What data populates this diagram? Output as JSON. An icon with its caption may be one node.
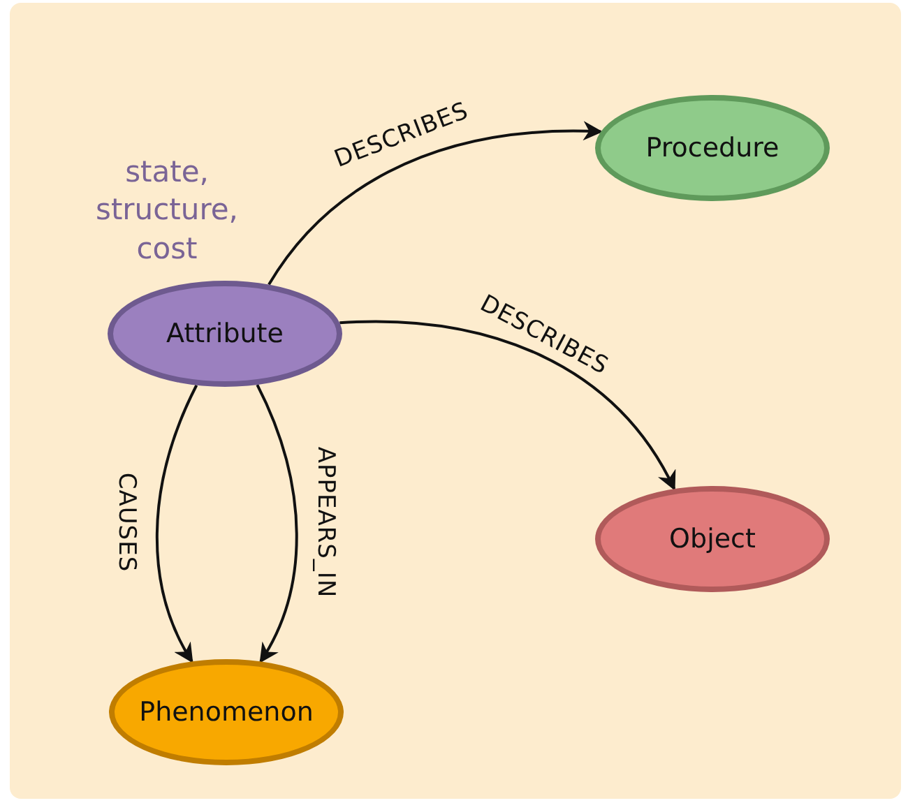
{
  "diagram": {
    "nodes": [
      {
        "text": [
          "Attribute"
        ],
        "beside": [
          "state, structure, cost"
        ]
      },
      {
        "text": [
          "Procedure"
        ]
      },
      {
        "text": [
          "Object"
        ]
      },
      {
        "text": [
          "Phenomenon"
        ]
      }
    ],
    "edges": [
      {
        "from": 0,
        "to": 1,
        "arrow": "to",
        "label": "DESCRIBES"
      },
      {
        "from": 0,
        "to": 2,
        "arrow": "to",
        "label": "DESCRIBES"
      },
      {
        "from": 0,
        "to": 3,
        "arrow": "to",
        "label": "CAUSES"
      },
      {
        "from": 0,
        "to": 3,
        "arrow": "to",
        "label": "APPEARS_IN"
      }
    ]
  }
}
